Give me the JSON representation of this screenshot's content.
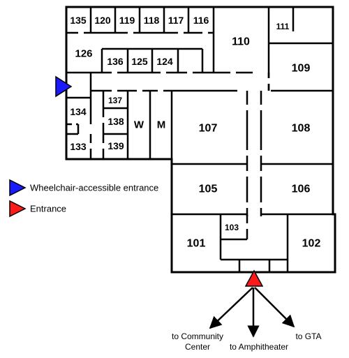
{
  "rooms": {
    "r135": "135",
    "r120": "120",
    "r119": "119",
    "r118": "118",
    "r117": "117",
    "r116": "116",
    "r110": "110",
    "r111": "111",
    "r126": "126",
    "r136": "136",
    "r125": "125",
    "r124": "124",
    "r109": "109",
    "r137": "137",
    "r134": "134",
    "r138": "138",
    "r139": "139",
    "r133": "133",
    "w": "W",
    "m": "M",
    "r107": "107",
    "r108": "108",
    "r105": "105",
    "r106": "106",
    "r103": "103",
    "r101": "101",
    "r102": "102"
  },
  "legend": {
    "wheelchair": "Wheelchair-accessible entrance",
    "entrance": "Entrance"
  },
  "destinations": {
    "community_line1": "to Community",
    "community_line2": "Center",
    "amphitheater": "to Amphitheater",
    "gta": "to GTA"
  },
  "colors": {
    "wheelchair_marker": "#1a1aff",
    "entrance_marker": "#ff1a1a",
    "walls": "#000000",
    "floor": "#ffffff"
  }
}
